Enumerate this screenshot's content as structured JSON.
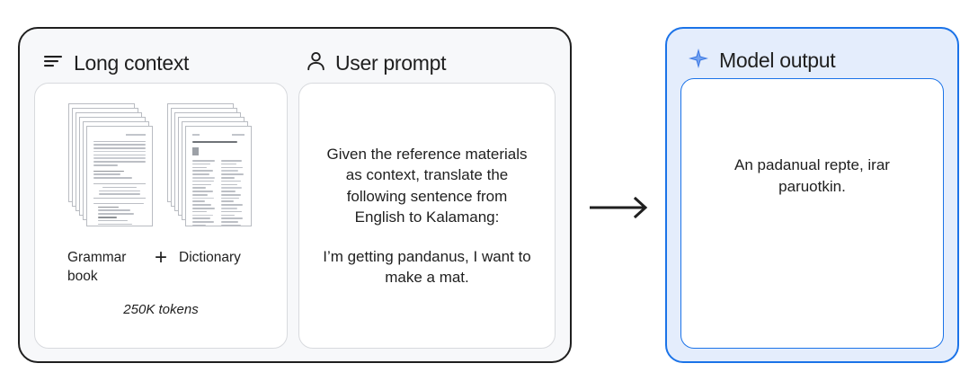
{
  "input_card": {
    "context": {
      "icon": "list-lines-icon",
      "title": "Long context",
      "grammar_label": "Grammar book",
      "plus_symbol": "+",
      "dictionary_label": "Dictionary",
      "tokens_label": "250K tokens",
      "stacks": [
        {
          "name": "grammar-book-stack",
          "sheets": 6
        },
        {
          "name": "dictionary-stack",
          "sheets": 6
        }
      ]
    },
    "prompt": {
      "icon": "person-icon",
      "title": "User prompt",
      "instruction": "Given the reference materials as context, translate the following sentence from English to Kalamang:",
      "sentence": "I’m getting pandanus, I want to make a mat."
    },
    "border_color": "#1f1f1f",
    "background": "#f7f8fa"
  },
  "arrow": {
    "icon": "right-arrow-icon",
    "color": "#1f1f1f"
  },
  "output_card": {
    "icon": "sparkle-icon",
    "title": "Model output",
    "text": "An padanual repte, irar paruotkin.",
    "border_color": "#1b73e8",
    "background": "#e4edfc",
    "icon_color": "#4285f4"
  }
}
